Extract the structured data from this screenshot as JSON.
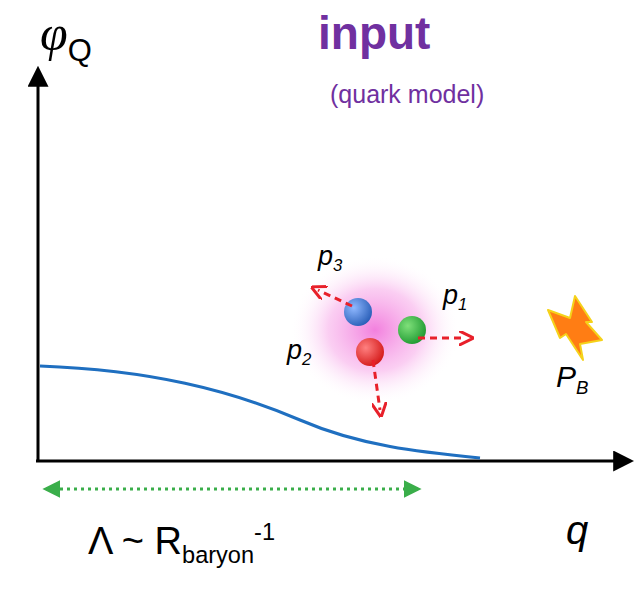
{
  "diagram": {
    "labels": [
      "φQ",
      "input",
      "(quark model)",
      "p3",
      "p1",
      "p2",
      "PB",
      "Λ ~ Rbaryon-1",
      "q"
    ]
  }
}
